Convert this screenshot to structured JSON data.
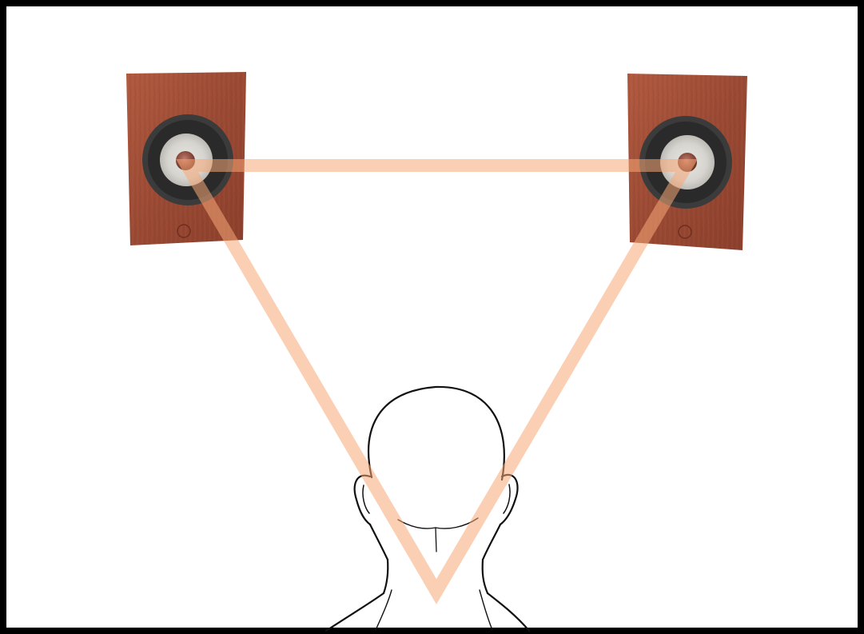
{
  "diagram": {
    "colors": {
      "frame": "#000000",
      "background": "#ffffff",
      "triangle": "#f7b58c",
      "cabinet_wood": "#a2503a",
      "driver_surround": "#3a3a3a",
      "driver_cone": "#dcdcd8",
      "head_outline": "#111111"
    },
    "icons": [
      "left-speaker",
      "right-speaker",
      "listener-head",
      "listening-triangle"
    ]
  }
}
